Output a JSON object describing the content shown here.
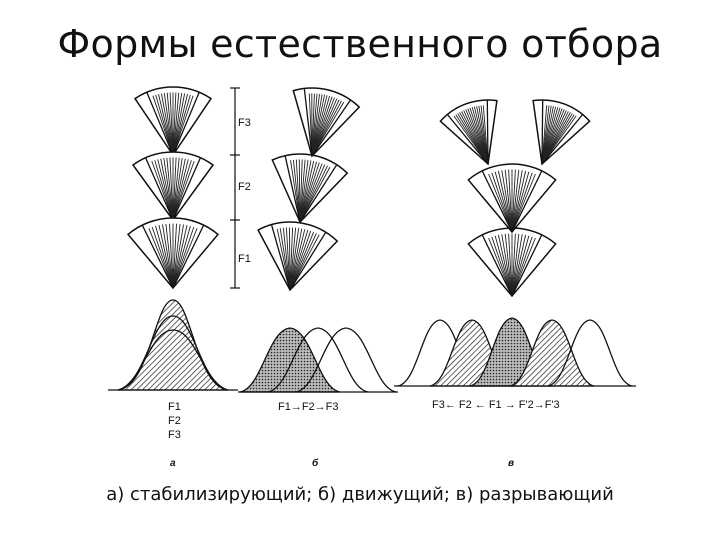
{
  "title": "Формы естественного отбора",
  "caption": "а) стабилизирующий; б) движущий; в) разрывающий",
  "diagram": {
    "generation_labels": [
      "F3",
      "F2",
      "F1"
    ],
    "panel_letters": [
      "а",
      "б",
      "в"
    ],
    "panel_a_legend": [
      "F1",
      "F2",
      "F3"
    ],
    "panel_b_legend": "F1→F2→F3",
    "panel_c_legend": "F3← F2 ← F1 → F'2→F'3"
  }
}
